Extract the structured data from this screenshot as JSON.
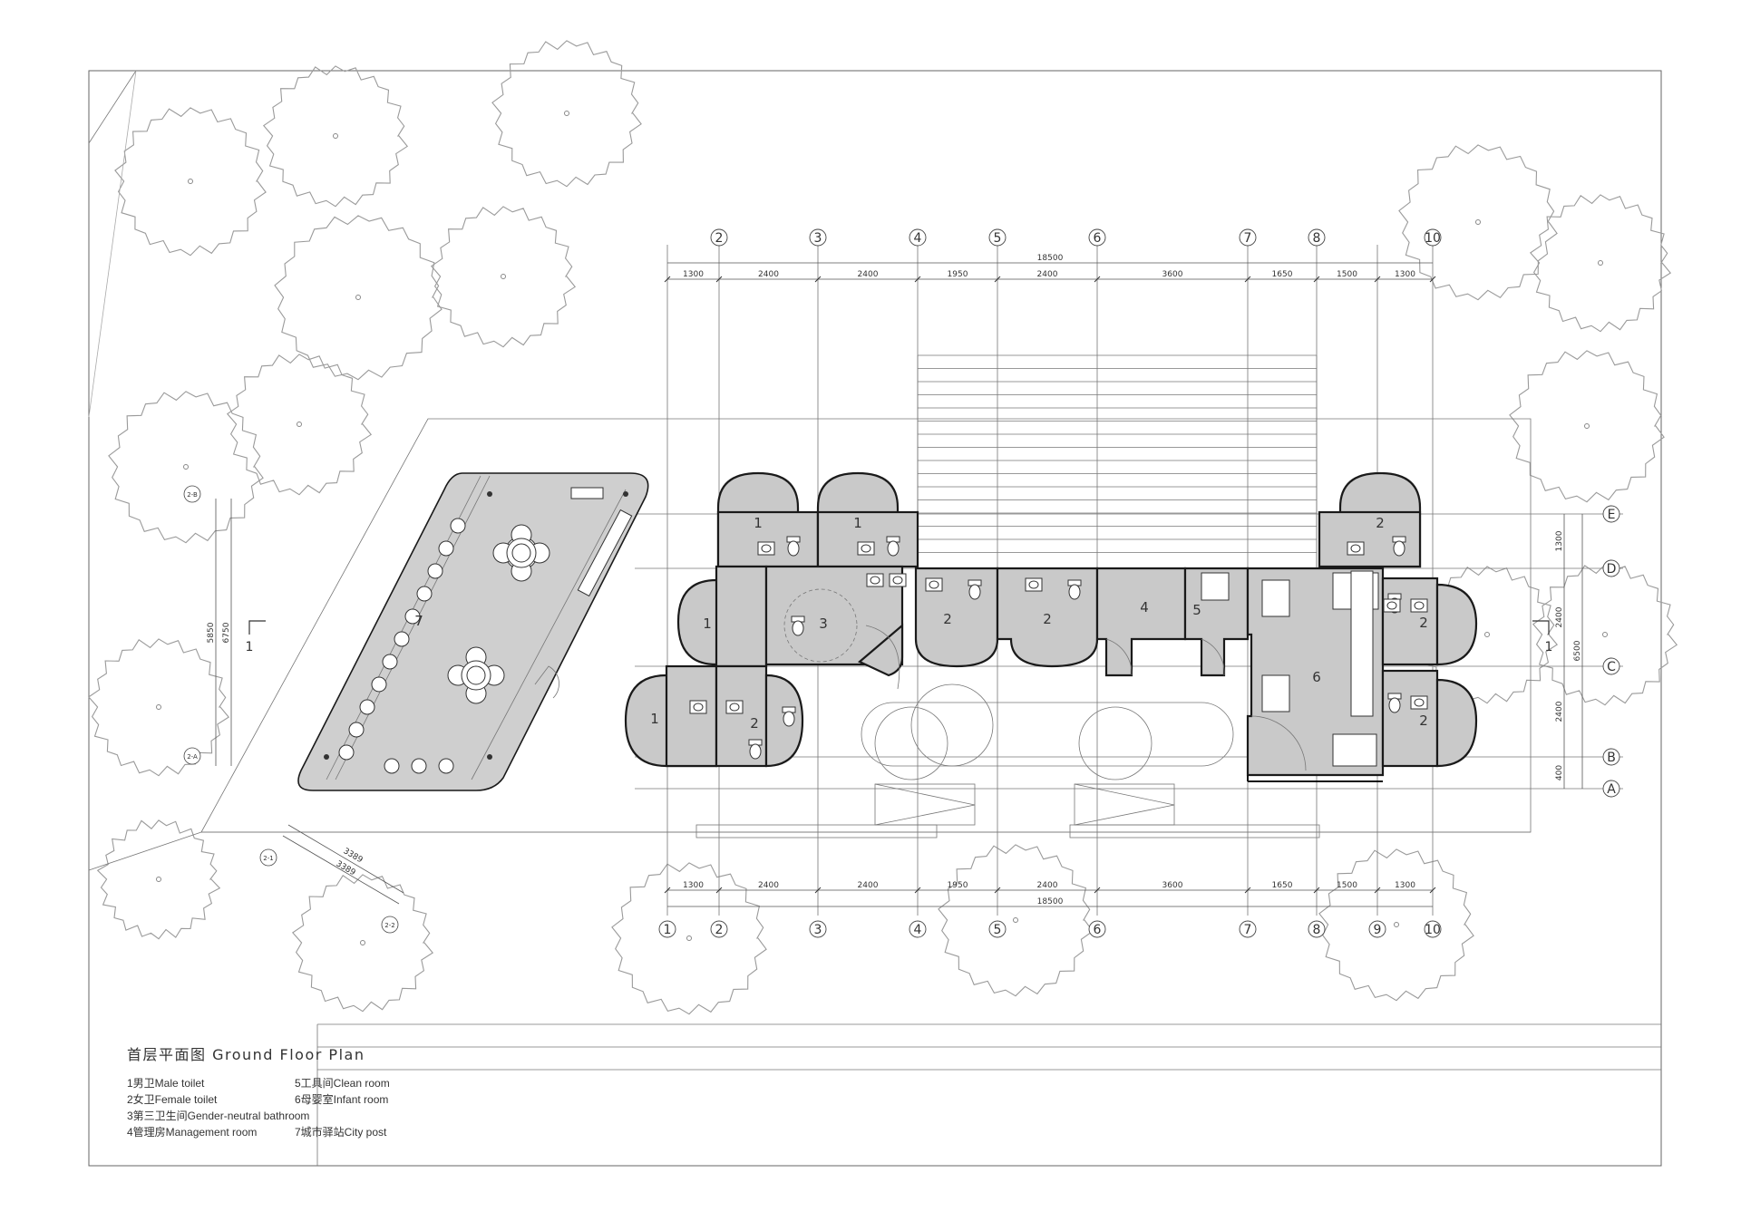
{
  "title": "首层平面图 Ground Floor Plan",
  "legend": [
    "1男卫Male toilet",
    "5工具间Clean room",
    "2女卫Female toilet",
    "6母婴室Infant room",
    "3第三卫生间Gender-neutral bathroom",
    "",
    "4管理房Management room",
    "7城市驿站City post"
  ],
  "axes_top": [
    "2",
    "3",
    "4",
    "5",
    "6",
    "7",
    "8",
    "10"
  ],
  "axes_bottom": [
    "1",
    "2",
    "3",
    "4",
    "5",
    "6",
    "7",
    "8",
    "9",
    "10"
  ],
  "axes_right": [
    "E",
    "D",
    "C",
    "B",
    "A"
  ],
  "dims_top": [
    "1300",
    "2400",
    "2400",
    "1950",
    "2400",
    "3600",
    "1650",
    "1500",
    "1300"
  ],
  "dims_top_total": "18500",
  "dims_bottom": [
    "1300",
    "2400",
    "2400",
    "1950",
    "2400",
    "3600",
    "1650",
    "1500",
    "1300"
  ],
  "dims_bottom_total": "18500",
  "dims_right": [
    "1300",
    "2400",
    "2400",
    "400"
  ],
  "dims_right_total": "6500",
  "dims_left": [
    "6750",
    "5850"
  ],
  "diag_dims": [
    "3389",
    "3389"
  ],
  "diag_axes": [
    "2-B",
    "2-A",
    "2-1",
    "2-2"
  ],
  "section_marks": [
    "1",
    "1"
  ],
  "room_labels": [
    "1",
    "1",
    "2",
    "1",
    "3",
    "2",
    "2",
    "4",
    "5",
    "6",
    "2",
    "2",
    "1",
    "2",
    "7"
  ]
}
